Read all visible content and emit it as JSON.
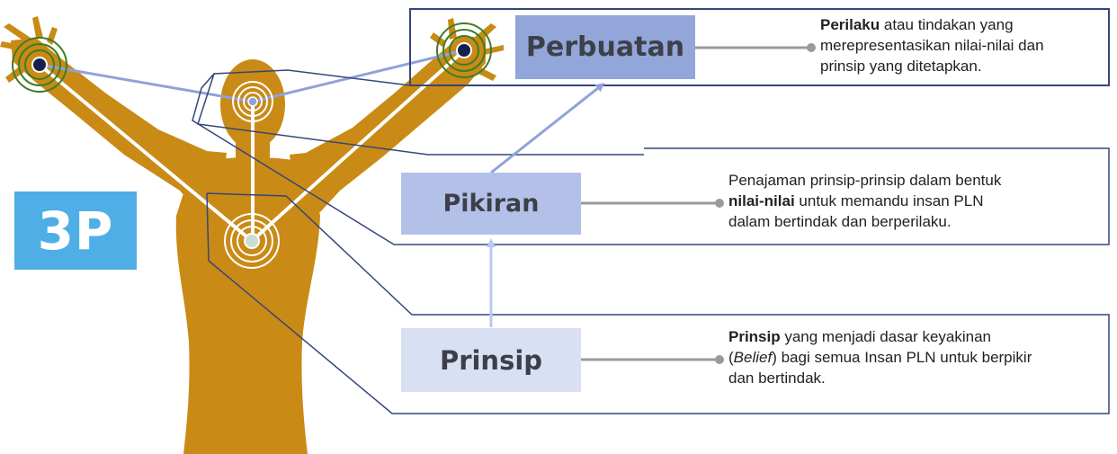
{
  "badge": "3P",
  "levels": {
    "perbuatan": {
      "label": "Perbuatan",
      "desc_bold": "Perilaku",
      "desc_line1": " atau tindakan yang",
      "desc_line2": "merepresentasikan nilai-nilai dan",
      "desc_line3": "prinsip yang ditetapkan."
    },
    "pikiran": {
      "label": "Pikiran",
      "desc_line1": "Penajaman prinsip-prinsip dalam bentuk",
      "desc_bold": "nilai-nilai",
      "desc_line2_rest": " untuk memandu insan PLN",
      "desc_line3": "dalam bertindak dan berperilaku."
    },
    "prinsip": {
      "label": "Prinsip",
      "desc_bold": "Prinsip",
      "desc_line1": " yang menjadi dasar keyakinan",
      "desc_open": "(",
      "desc_italic": "Belief",
      "desc_line2_rest": ") bagi semua Insan PLN untuk berpikir",
      "desc_line3": "dan bertindak."
    }
  },
  "colors": {
    "silhouette": "#c98a16",
    "badge": "#4faee6",
    "box_perbuatan": "#93a6da",
    "box_pikiran": "#b3c1e9",
    "box_prinsip": "#d9e0f4",
    "outline": "#35467a",
    "arrow": "#8fa2d9",
    "ring_green": "#3f7d25",
    "dot_navy": "#14214e"
  },
  "icons": [
    "hand-target-icon",
    "head-target-icon",
    "chest-target-icon"
  ]
}
